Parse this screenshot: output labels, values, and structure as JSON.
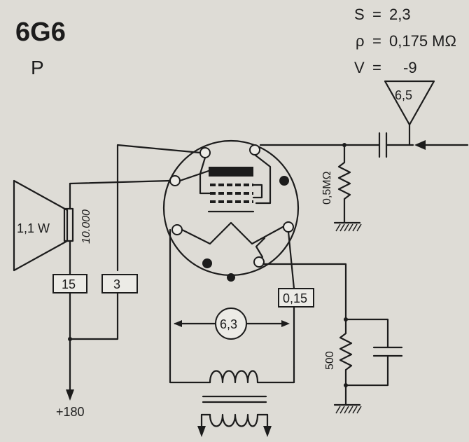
{
  "tube": {
    "type": "6G6",
    "class": "P"
  },
  "params": [
    {
      "symbol": "S",
      "eq": "=",
      "value": "2,3"
    },
    {
      "symbol": "ρ",
      "eq": "=",
      "value": "0,175 MΩ"
    },
    {
      "symbol": "V",
      "eq": "=",
      "value": "-9"
    }
  ],
  "input_signal": "6,5",
  "grid_resistor": "0,5MΩ",
  "speaker": {
    "power": "1,1 W",
    "impedance": "10.000"
  },
  "anode_current": "15",
  "screen_current": "3",
  "heater_current": "0,15",
  "heater_voltage": "6,3",
  "cathode_resistor": "500",
  "supply": "+180"
}
